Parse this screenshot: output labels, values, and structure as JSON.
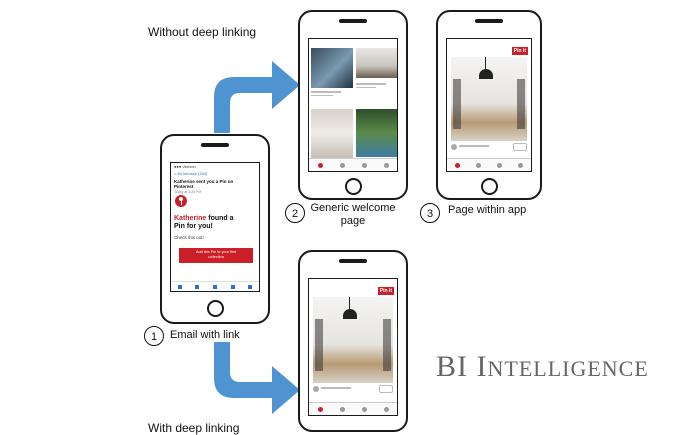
{
  "header_without": "Without deep linking",
  "header_with": "With deep linking",
  "steps": [
    {
      "number": "1",
      "label": "Email with link"
    },
    {
      "number": "2",
      "label_line1": "Generic welcome",
      "label_line2": "page"
    },
    {
      "number": "3",
      "label": "Page within app"
    }
  ],
  "email": {
    "carrier": "●●● Verizon",
    "back": "< All Inboxes (343)",
    "subject_line1": "Katherine sent you a Pin on",
    "subject_line2": "Pinterest",
    "date": "Today at 3:28 PM",
    "headline_name": "Katherine",
    "headline_rest1": " found a",
    "headline_rest2": "Pin for you!",
    "check": "Check this out!",
    "button_line1": "Add this Pin to your first",
    "button_line2": "collection"
  },
  "pin_button": "Pin it",
  "watermark": {
    "first_initial": "BI",
    "second_initial": "I",
    "second_rest": "NTELLIGENCE"
  },
  "colors": {
    "arrow": "#4f93d0",
    "pinterest_red": "#cb2027"
  }
}
